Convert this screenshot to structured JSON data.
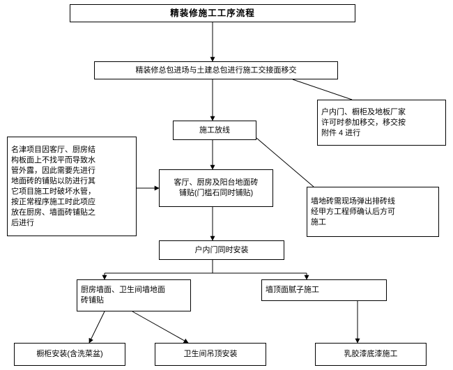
{
  "diagram": {
    "title": "精装修施工工序流程",
    "nodes": [
      {
        "id": "title",
        "label": "精装修施工工序流程"
      },
      {
        "id": "n1",
        "label": "精装修总包进场与土建总包进行施工交接面移交"
      },
      {
        "id": "n2",
        "label": "户内门、橱柜及地板厂家\n许可时参加移交，移交按\n附件 4 进行"
      },
      {
        "id": "n3",
        "label": "施工放线"
      },
      {
        "id": "n4",
        "label": "名津项目因客厅、厨房结\n构板面上不找平而导致水\n管外露，因此需要先进行\n地面砖的铺贴以防进行其\n它项目施工时破坏水管，\n按正常程序施工时此项应\n放在厨房、墙面砖铺贴之\n后进行"
      },
      {
        "id": "n5",
        "label": "客厅、厨房及阳台地面砖\n铺贴(门槛石同时铺贴)"
      },
      {
        "id": "n6",
        "label": "墙地砖需现场弹出排砖线\n经甲方工程师确认后方可\n施工"
      },
      {
        "id": "n7",
        "label": "户内门同时安装"
      },
      {
        "id": "n8",
        "label": "厨房墙面、卫生间墙地面\n砖铺贴"
      },
      {
        "id": "n9",
        "label": "墙顶面腻子施工"
      },
      {
        "id": "n10",
        "label": "橱柜安装(含洗菜盆)"
      },
      {
        "id": "n11",
        "label": "卫生间吊顶安装"
      },
      {
        "id": "n12",
        "label": "乳胶漆底漆施工"
      }
    ]
  }
}
